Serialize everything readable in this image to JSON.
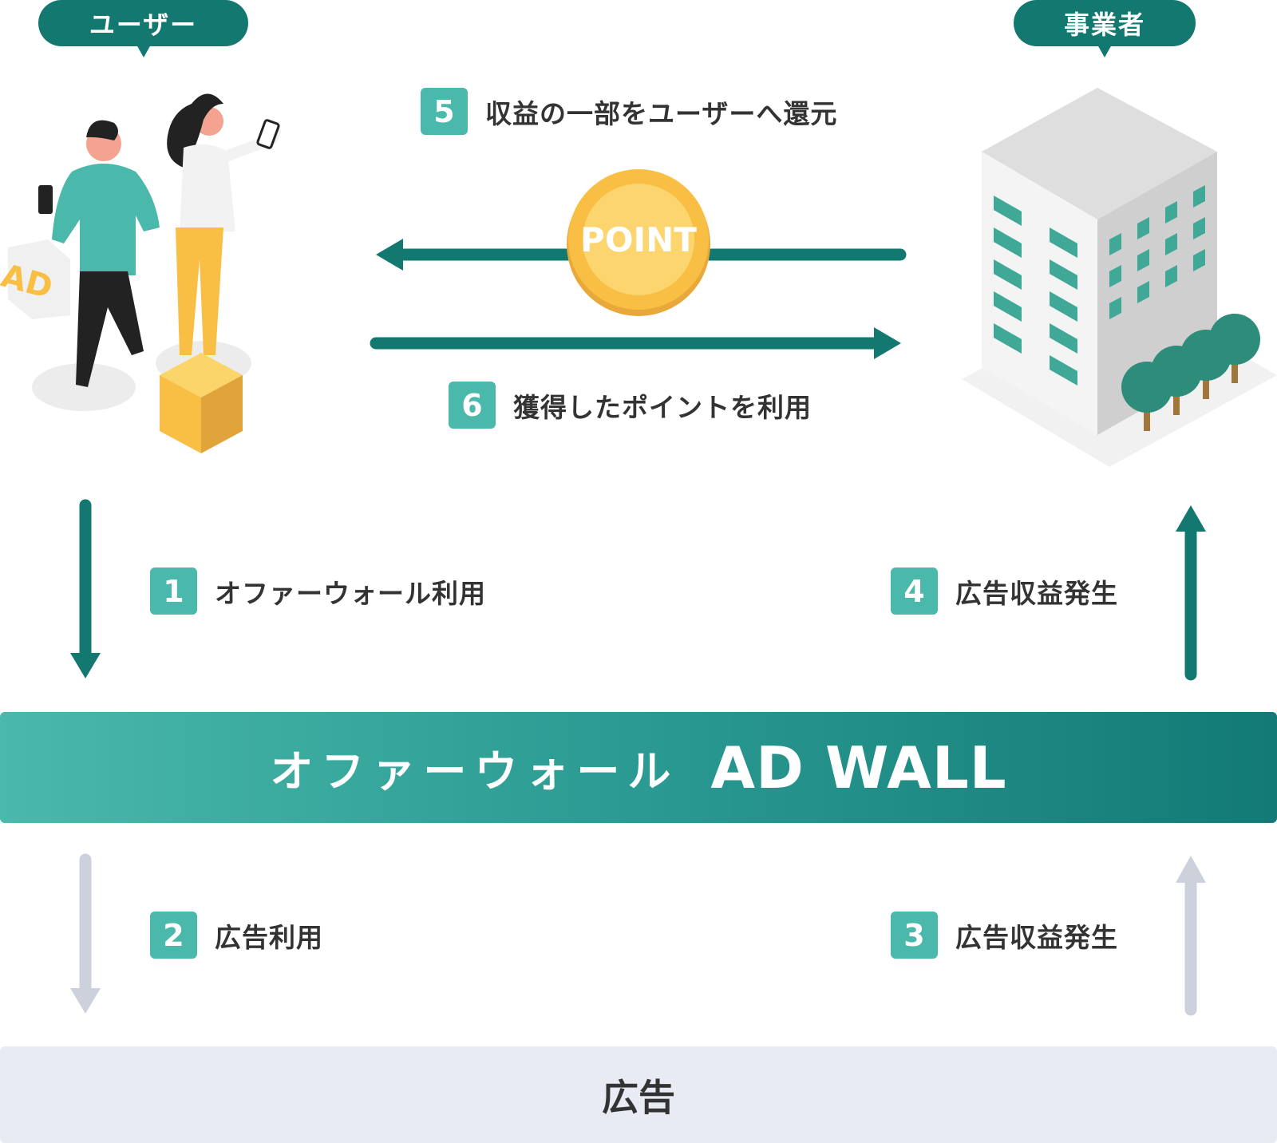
{
  "roles": {
    "user": "ユーザー",
    "business": "事業者"
  },
  "coin": {
    "label": "POINT"
  },
  "steps": [
    {
      "number": "1",
      "label": "オファーウォール利用"
    },
    {
      "number": "2",
      "label": "広告利用"
    },
    {
      "number": "3",
      "label": "広告収益発生"
    },
    {
      "number": "4",
      "label": "広告収益発生"
    },
    {
      "number": "5",
      "label": "収益の一部をユーザーへ還元"
    },
    {
      "number": "6",
      "label": "獲得したポイントを利用"
    }
  ],
  "banner": {
    "jp": "オファーウォール",
    "en": "AD WALL"
  },
  "ad_box": {
    "label": "広告"
  },
  "illustration": {
    "ad_sign": "AD"
  },
  "colors": {
    "primary": "#127870",
    "accent": "#4ab8aa",
    "muted_arrow": "#cdd1dc",
    "ad_bg": "#e8ebf4",
    "coin": "#f9bf45"
  }
}
